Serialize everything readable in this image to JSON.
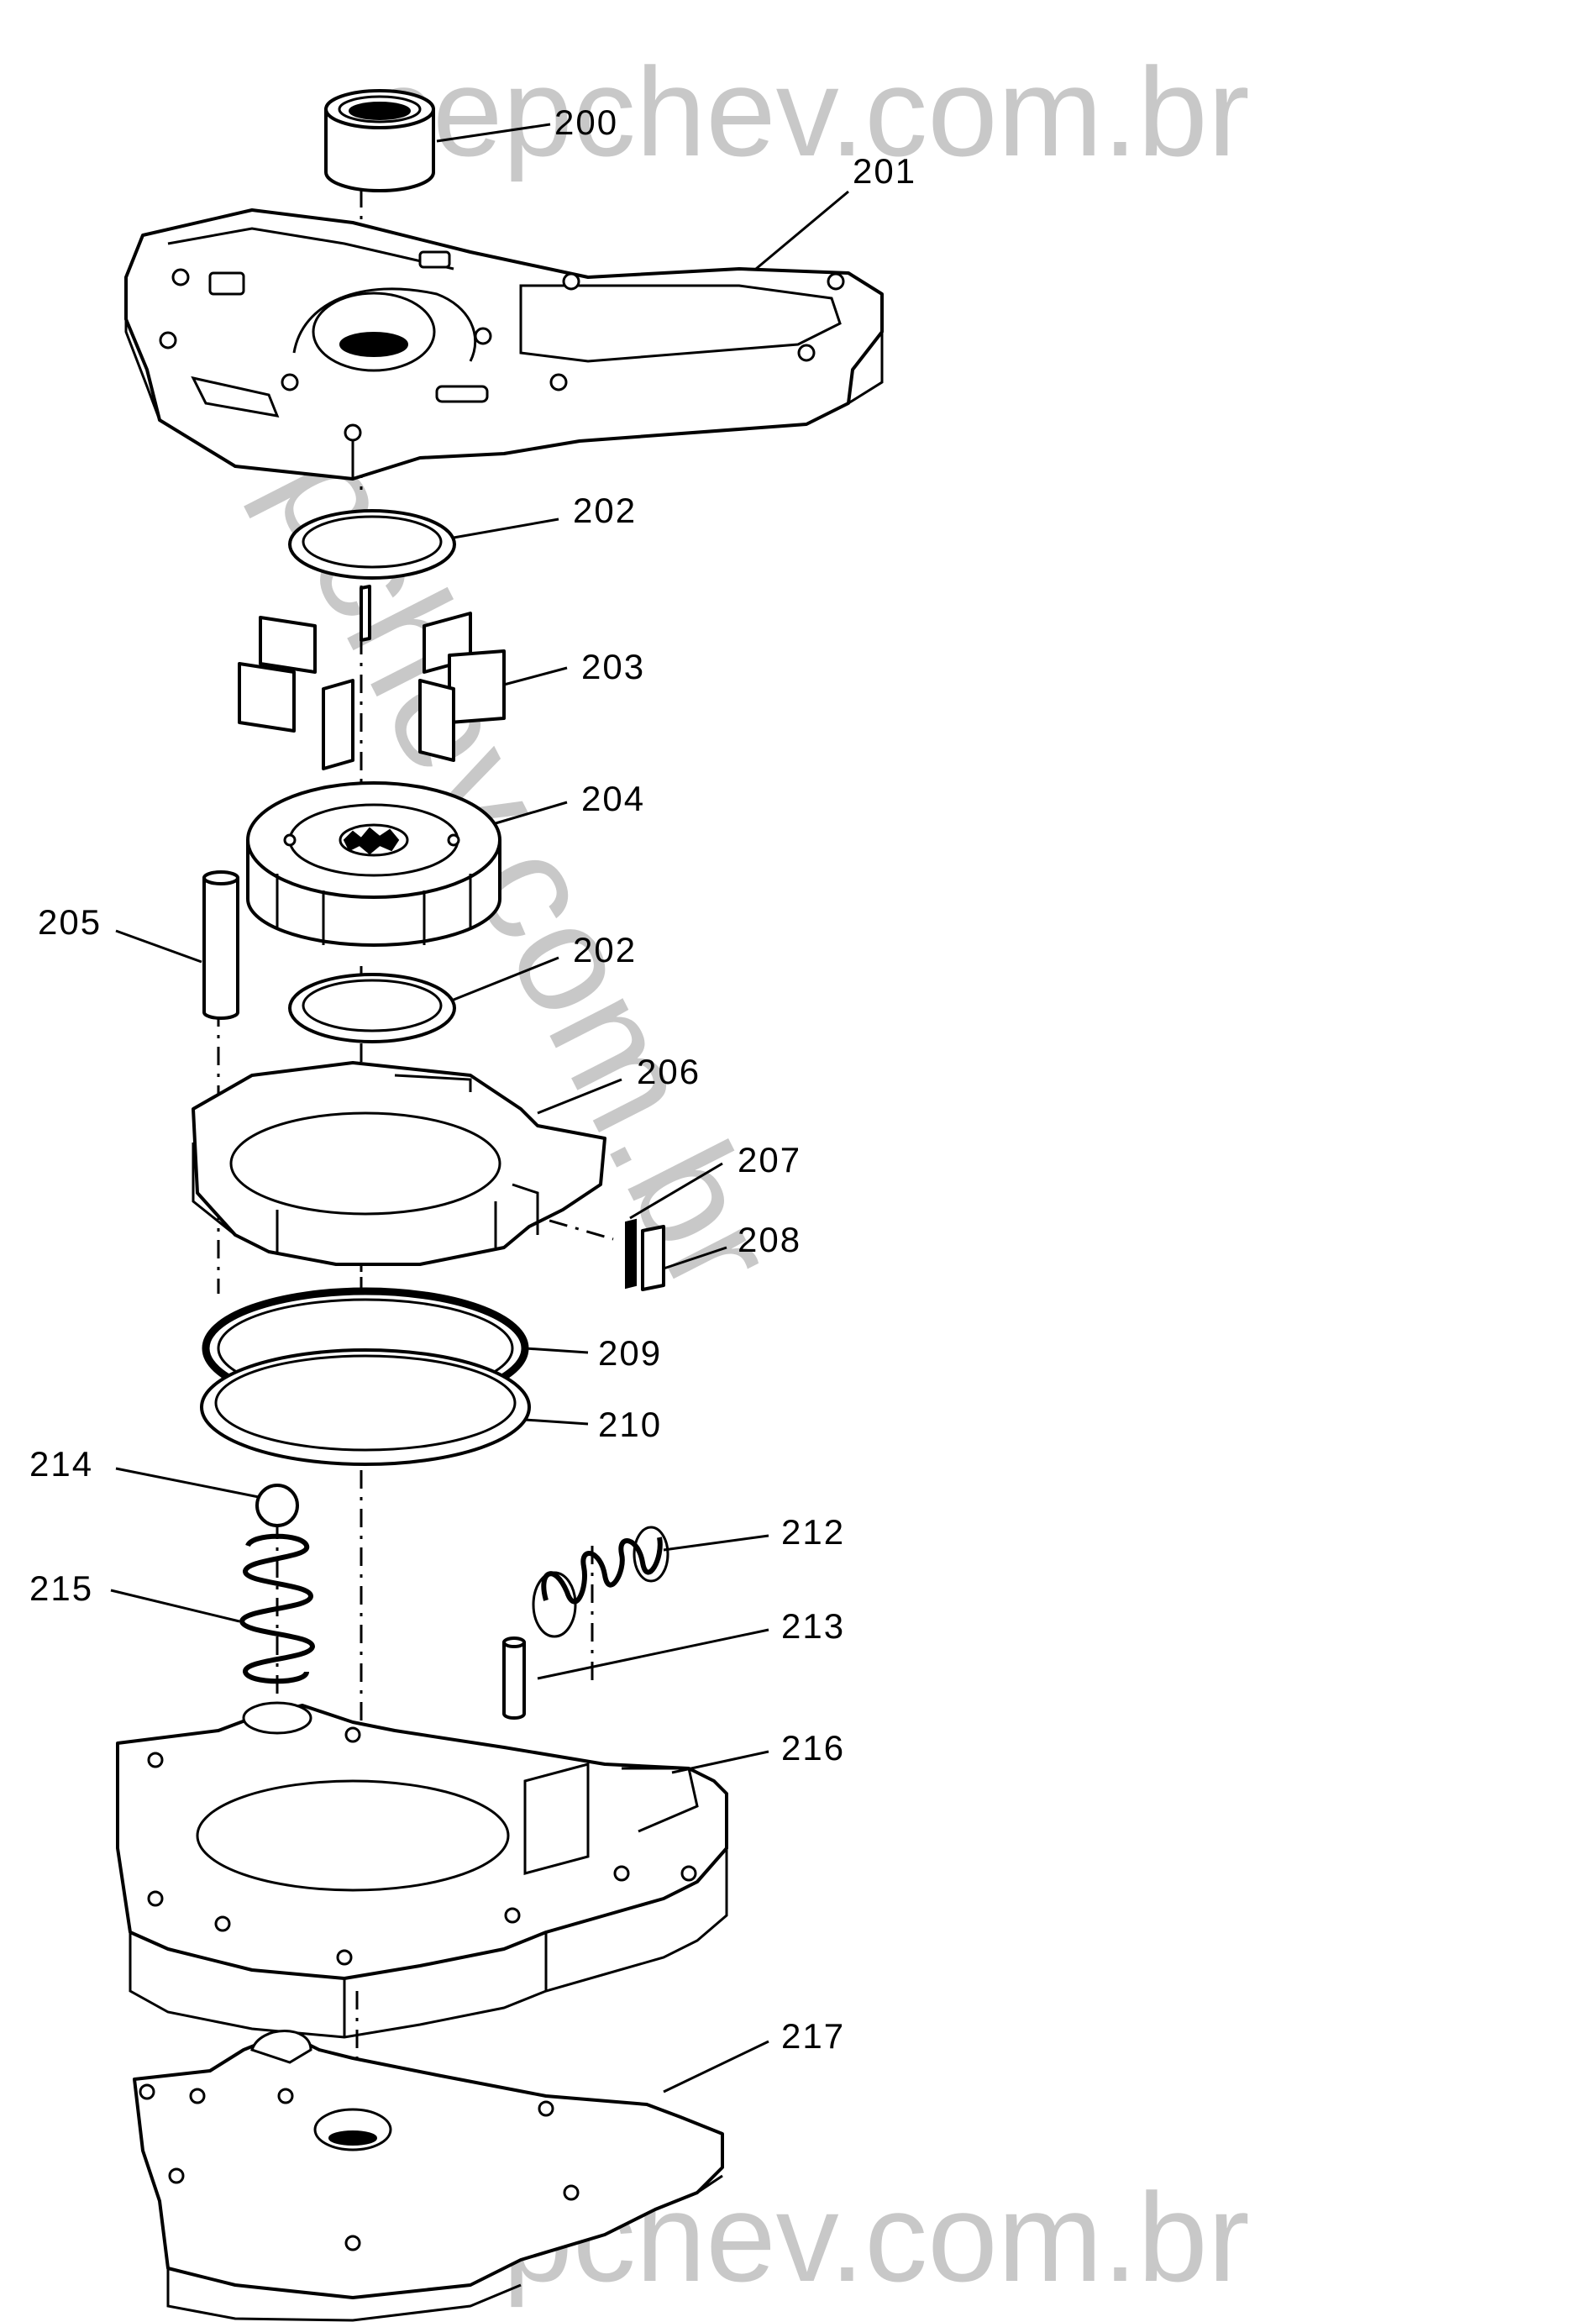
{
  "watermark": {
    "top": "cepchev.com.br",
    "diagonal": "cepchev.com.br",
    "bottom": "cepchev.com.br",
    "color": "#c8c8c8"
  },
  "callouts": [
    {
      "id": "200"
    },
    {
      "id": "201"
    },
    {
      "id": "202"
    },
    {
      "id": "203"
    },
    {
      "id": "204"
    },
    {
      "id": "205"
    },
    {
      "id": "202"
    },
    {
      "id": "206"
    },
    {
      "id": "207"
    },
    {
      "id": "208"
    },
    {
      "id": "209"
    },
    {
      "id": "210"
    },
    {
      "id": "214"
    },
    {
      "id": "215"
    },
    {
      "id": "212"
    },
    {
      "id": "213"
    },
    {
      "id": "216"
    },
    {
      "id": "217"
    }
  ]
}
